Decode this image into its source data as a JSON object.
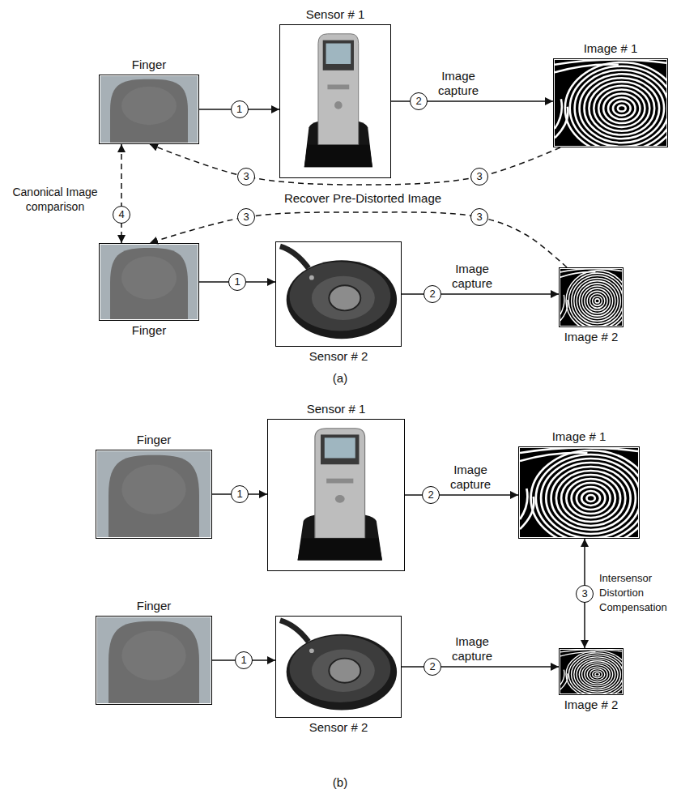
{
  "diagram": {
    "nodes": [
      {
        "text": [
          "Finger"
        ]
      },
      {
        "text": [
          "Sensor # 1"
        ]
      },
      {
        "text": [
          "Image # 1"
        ]
      },
      {
        "text": [
          "Finger"
        ]
      },
      {
        "text": [
          "Sensor # 2"
        ]
      },
      {
        "text": [
          "Image # 2"
        ]
      },
      {
        "text": [
          "Finger"
        ]
      },
      {
        "text": [
          "Sensor # 1"
        ]
      },
      {
        "text": [
          "Image # 1"
        ]
      },
      {
        "text": [
          "Finger"
        ]
      },
      {
        "text": [
          "Sensor # 2"
        ]
      },
      {
        "text": [
          "Image # 2"
        ]
      }
    ],
    "edges": [
      {
        "from": 0,
        "to": 1,
        "label": "1",
        "arrow": "to"
      },
      {
        "from": 1,
        "to": 2,
        "label": "2",
        "arrow": "to"
      },
      {
        "from": 2,
        "to": 0,
        "label": "3",
        "arrow": "to"
      },
      {
        "from": 5,
        "to": 3,
        "label": "3",
        "arrow": "to"
      },
      {
        "from": 0,
        "to": 3,
        "label": "4",
        "arrow": "both"
      },
      {
        "from": 3,
        "to": 4,
        "label": "1",
        "arrow": "to"
      },
      {
        "from": 4,
        "to": 5,
        "label": "2",
        "arrow": "to"
      },
      {
        "from": 6,
        "to": 7,
        "label": "1",
        "arrow": "to"
      },
      {
        "from": 7,
        "to": 8,
        "label": "2",
        "arrow": "to"
      },
      {
        "from": 9,
        "to": 10,
        "label": "1",
        "arrow": "to"
      },
      {
        "from": 10,
        "to": 11,
        "label": "2",
        "arrow": "to"
      },
      {
        "from": 8,
        "to": 11,
        "label": "3",
        "arrow": "both"
      }
    ],
    "labels": [
      "Image capture",
      "Recover Pre-Distorted Image",
      "3",
      "Canonical Image comparison",
      "3",
      "Image capture",
      "(a)",
      "Image capture",
      "Intersensor Distortion Compensation",
      "Image capture",
      "(b)"
    ]
  }
}
